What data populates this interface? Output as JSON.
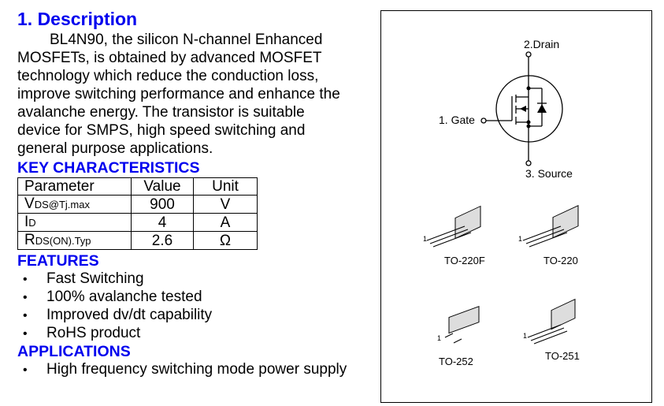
{
  "title": "1. Description",
  "description_lines": [
    "BL4N90, the silicon N-channel Enhanced",
    "MOSFETs, is obtained by advanced MOSFET",
    "technology which reduce the conduction loss,",
    "improve switching performance and enhance the",
    "avalanche energy. The transistor is suitable",
    "device for SMPS, high speed switching and",
    "general purpose applications."
  ],
  "key_heading": "KEY CHARACTERISTICS",
  "table": {
    "headers": [
      "Parameter",
      "Value",
      "Unit"
    ],
    "rows": [
      {
        "p": "V",
        "sub": "DS@Tj.max",
        "v": "900",
        "u": "V"
      },
      {
        "p": "I",
        "sub": "D",
        "v": "4",
        "u": "A"
      },
      {
        "p": "R",
        "sub": "DS(ON).Typ",
        "v": "2.6",
        "u": "Ω"
      }
    ]
  },
  "features_heading": "FEATURES",
  "features": [
    "Fast Switching",
    "100% avalanche tested",
    "Improved dv/dt capability",
    "RoHS product"
  ],
  "applications_heading": "APPLICATIONS",
  "applications": [
    "High frequency switching mode power supply"
  ],
  "bullet": "•",
  "schematic": {
    "drain": "2.Drain",
    "gate": "1. Gate",
    "source": "3. Source"
  },
  "packages": [
    "TO-220F",
    "TO-220",
    "TO-252",
    "TO-251"
  ],
  "pin1": "1"
}
